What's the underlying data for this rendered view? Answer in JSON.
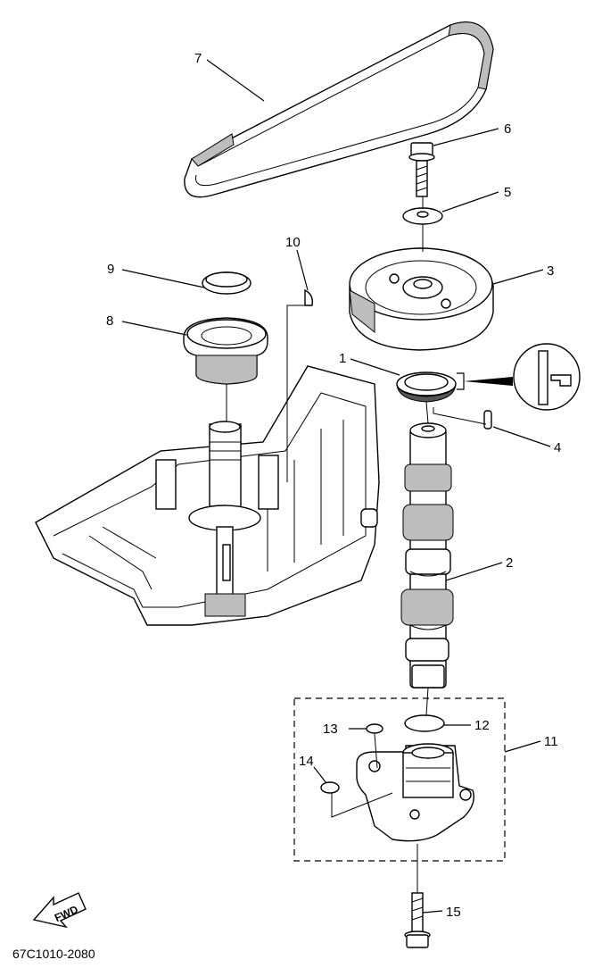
{
  "callouts": [
    "1",
    "2",
    "3",
    "4",
    "5",
    "6",
    "7",
    "8",
    "9",
    "10",
    "11",
    "12",
    "13",
    "14",
    "15"
  ],
  "fwd_label": "FWD",
  "drawing_code": "67C1010-2080"
}
